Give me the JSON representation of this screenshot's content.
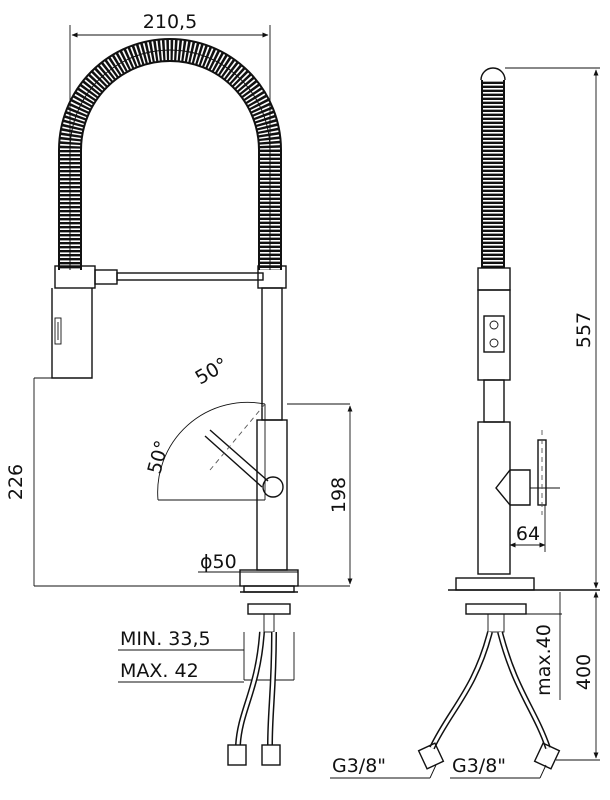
{
  "dimensions": {
    "width_top": "210,5",
    "height_spout": "226",
    "height_lever": "198",
    "diameter": "ϕ50",
    "angle_upper": "50°",
    "angle_left": "50°",
    "height_total": "557",
    "lever_depth": "64",
    "min_thickness": "MIN. 33,5",
    "max_thickness": "MAX. 42",
    "max_deck": "max.40",
    "hose_length": "400",
    "thread_left": "G3/8\"",
    "thread_right": "G3/8\""
  }
}
